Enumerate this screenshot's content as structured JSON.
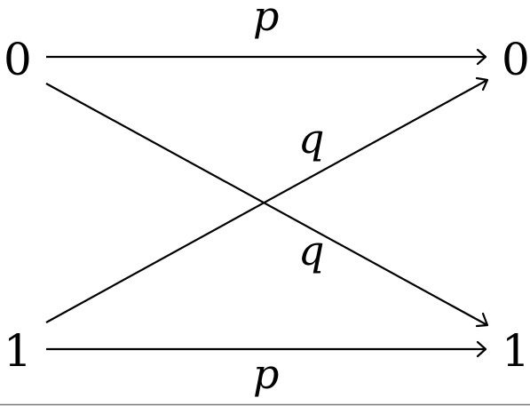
{
  "diagram": {
    "left_nodes": [
      {
        "id": "in0",
        "label": "0"
      },
      {
        "id": "in1",
        "label": "1"
      }
    ],
    "right_nodes": [
      {
        "id": "out0",
        "label": "0"
      },
      {
        "id": "out1",
        "label": "1"
      }
    ],
    "edges": [
      {
        "id": "top",
        "from": "in0",
        "to": "out0",
        "label": "p"
      },
      {
        "id": "up",
        "from": "in1",
        "to": "out0",
        "label": "q"
      },
      {
        "id": "down",
        "from": "in0",
        "to": "out1",
        "label": "q"
      },
      {
        "id": "bottom",
        "from": "in1",
        "to": "out1",
        "label": "p"
      }
    ],
    "colors": {
      "ink": "#000000",
      "background": "#ffffff",
      "rule": "#7a7a7a"
    }
  }
}
